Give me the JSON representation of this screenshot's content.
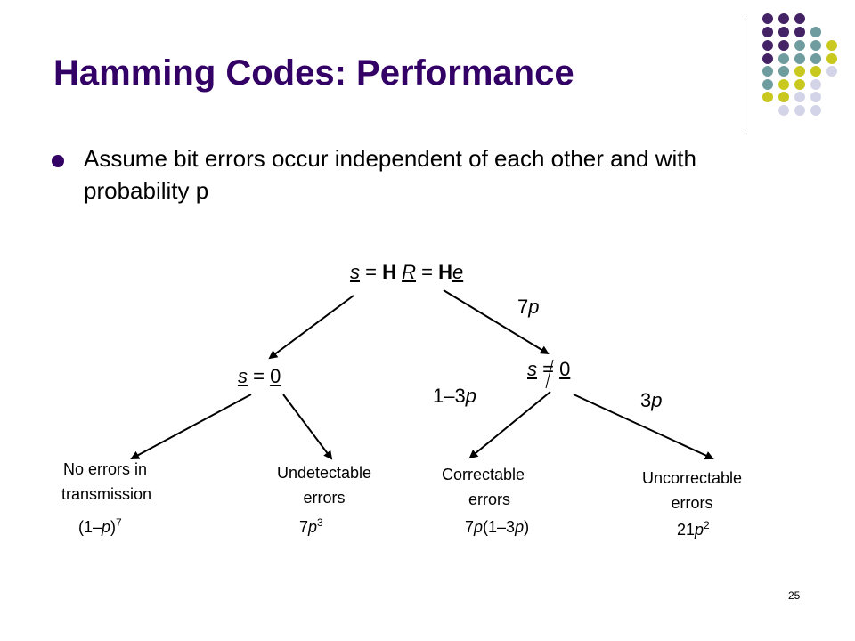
{
  "title": "Hamming Codes: Performance",
  "bullet": "Assume bit errors occur independent of each other and with probability p",
  "root": {
    "s": "s",
    "eq1": " = ",
    "H": "H",
    "sp": " ",
    "R": "R",
    "eq2": " = ",
    "H2": "H",
    "e": "e"
  },
  "left_node": {
    "s": "s",
    "eq": " = ",
    "zero": "0"
  },
  "right_node": {
    "s": "s",
    "eq": " = ",
    "zero": "0"
  },
  "branch_labels": {
    "right_num": "7",
    "right_var": "p",
    "rl_prefix": "1–3",
    "rl_var": "p",
    "rr_num": "3",
    "rr_var": "p"
  },
  "leaves": {
    "no_errors_line1": "No errors in",
    "no_errors_line2": "transmission",
    "undetectable_line1": "Undetectable",
    "undetectable_line2": "errors",
    "correctable_line1": "Correctable",
    "correctable_line2": "errors",
    "uncorrectable_line1": "Uncorrectable",
    "uncorrectable_line2": "errors"
  },
  "probs": {
    "p1_open": "(1–",
    "p1_var": "p",
    "p1_close": ")",
    "p1_exp": "7",
    "p2_num": "7",
    "p2_var": "p",
    "p2_exp": "3",
    "p3_num": "7",
    "p3_var": "p",
    "p3_open": "(1–3",
    "p3_var2": "p",
    "p3_close": ")",
    "p4_num": "21",
    "p4_var": "p",
    "p4_exp": "2"
  },
  "page_number": "25",
  "colors": {
    "purple": "#442266",
    "teal": "#6f9c9f",
    "yellow": "#c8c81e",
    "lavender": "#d4d4e8",
    "title": "#330066"
  }
}
